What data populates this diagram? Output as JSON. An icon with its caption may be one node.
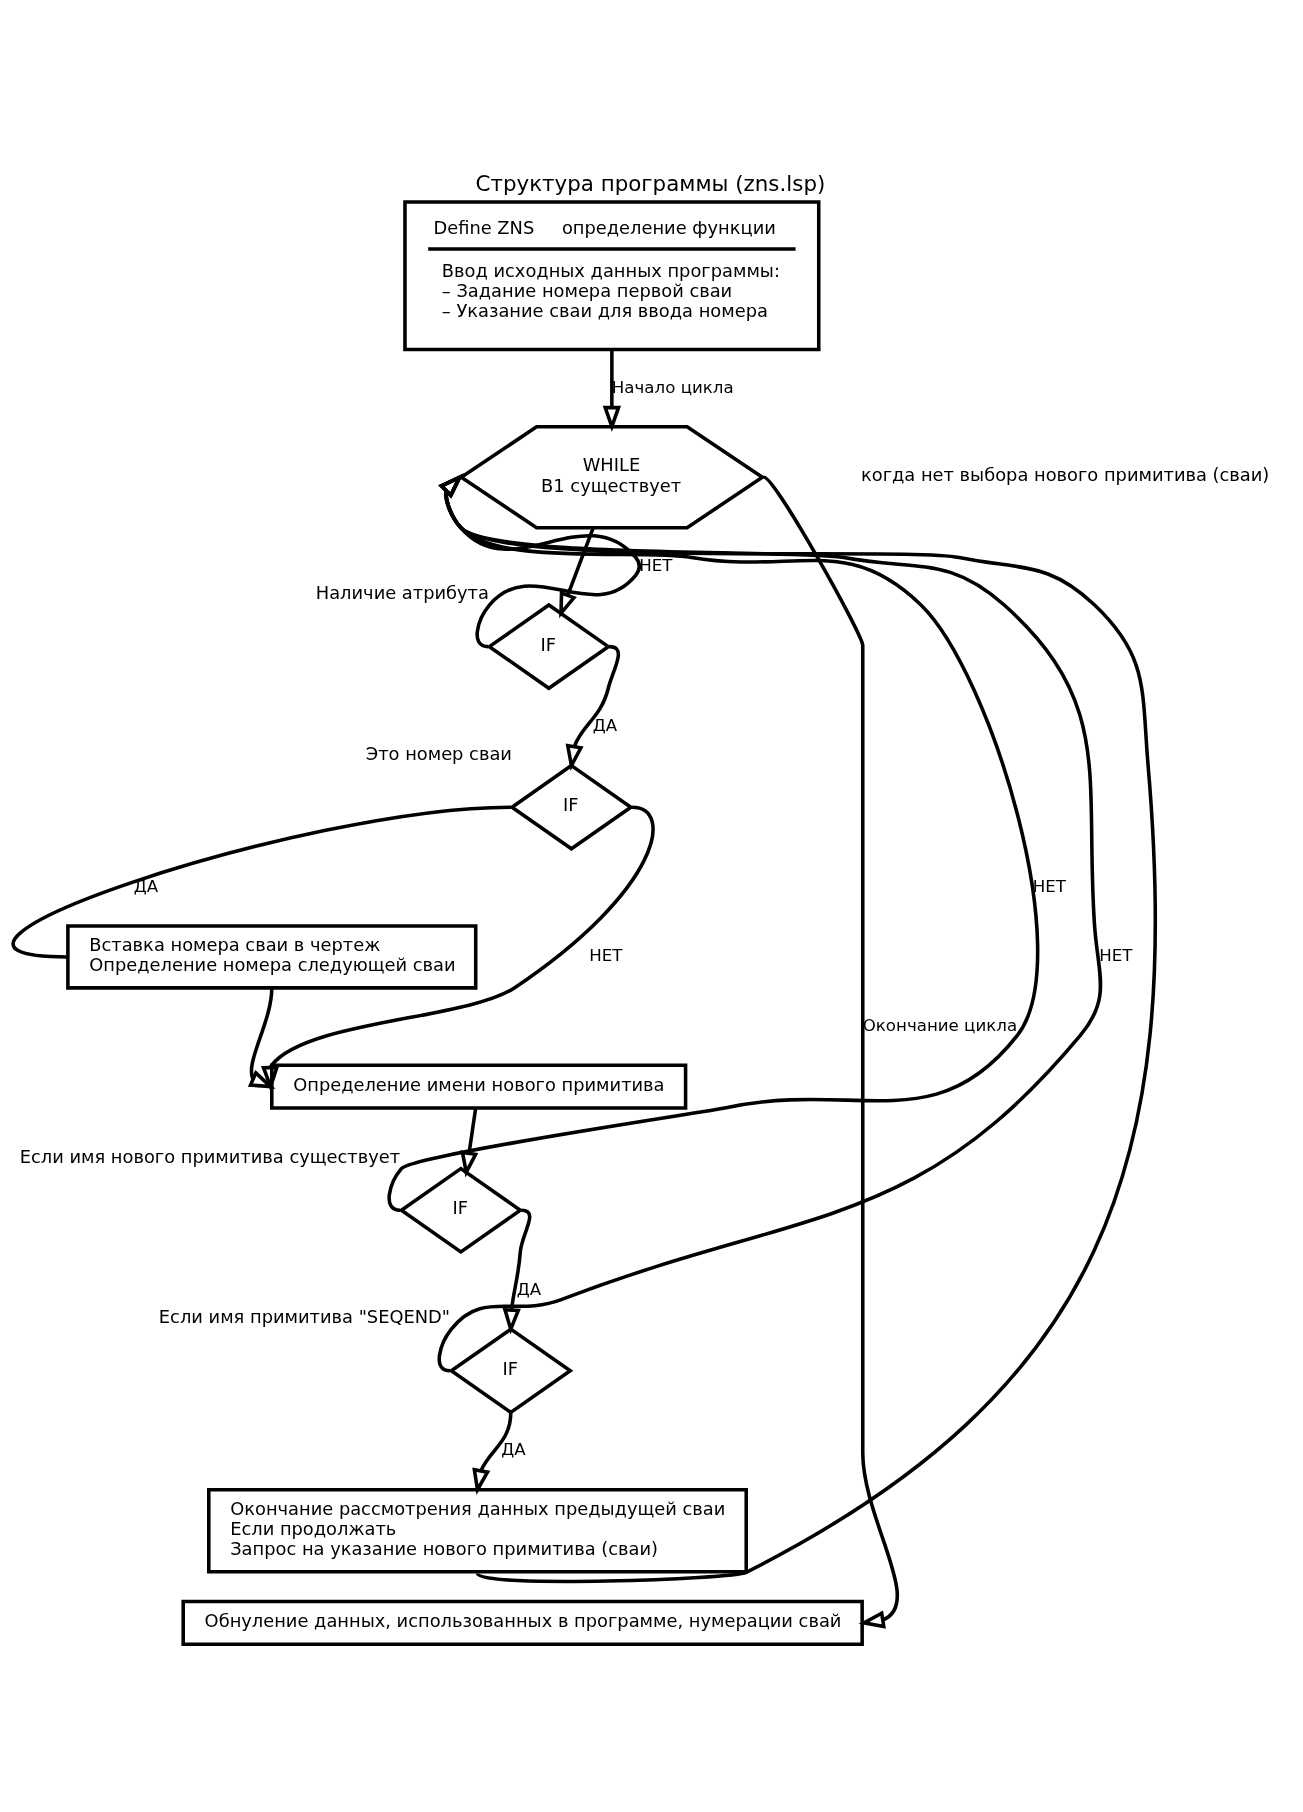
{
  "diagram": {
    "title": "Структура программы (zns.lsp)",
    "nodes": [
      {
        "text": [
          "Define ZNS",
          "определение функции",
          "Ввод исходных данных программы:",
          "– Задание номера первой сваи",
          "– Указание сваи для ввода номера"
        ]
      },
      {
        "text": [
          "WHILE",
          "B1 существует"
        ]
      },
      {
        "text": [
          "IF"
        ],
        "beside": [
          "Наличие атрибута"
        ]
      },
      {
        "text": [
          "IF"
        ],
        "beside": [
          "Это номер сваи"
        ]
      },
      {
        "text": [
          "Вставка номера сваи в чертеж",
          "Определение номера следующей сваи"
        ]
      },
      {
        "text": [
          "Определение имени нового примитива"
        ]
      },
      {
        "text": [
          "IF"
        ],
        "beside": [
          "Если имя нового примитива существует"
        ]
      },
      {
        "text": [
          "IF"
        ],
        "beside": [
          "Если имя примитива \"SEQEND\""
        ]
      },
      {
        "text": [
          "Окончание рассмотрения данных предыдущей сваи",
          "Если продолжать",
          "Запрос на указание нового примитива (сваи)"
        ]
      },
      {
        "text": [
          "Обнуление данных, использованных в программе, нумерации свай"
        ]
      }
    ],
    "edges": [
      {
        "from": 0,
        "to": 1,
        "arrow": "to",
        "label": "Начало цикла"
      },
      {
        "from": 1,
        "to": 2,
        "arrow": "to"
      },
      {
        "from": 2,
        "to": 3,
        "arrow": "to",
        "label": "ДА"
      },
      {
        "from": 2,
        "to": 1,
        "arrow": "to",
        "label": "НЕТ"
      },
      {
        "from": 3,
        "to": 4,
        "arrow": "none",
        "label": "ДА"
      },
      {
        "from": 3,
        "to": 5,
        "arrow": "to",
        "label": "НЕТ"
      },
      {
        "from": 4,
        "to": 5,
        "arrow": "to"
      },
      {
        "from": 5,
        "to": 6,
        "arrow": "to"
      },
      {
        "from": 6,
        "to": 7,
        "arrow": "to",
        "label": "ДА"
      },
      {
        "from": 6,
        "to": 1,
        "arrow": "to",
        "label": "НЕТ"
      },
      {
        "from": 7,
        "to": 8,
        "arrow": "to",
        "label": "ДА"
      },
      {
        "from": 7,
        "to": 1,
        "arrow": "to",
        "label": "НЕТ"
      },
      {
        "from": 8,
        "to": 1,
        "arrow": "to"
      },
      {
        "from": 1,
        "to": 9,
        "arrow": "to",
        "label": "Окончание цикла"
      }
    ],
    "labels": [
      "когда нет выбора нового примитива (сваи)"
    ]
  }
}
